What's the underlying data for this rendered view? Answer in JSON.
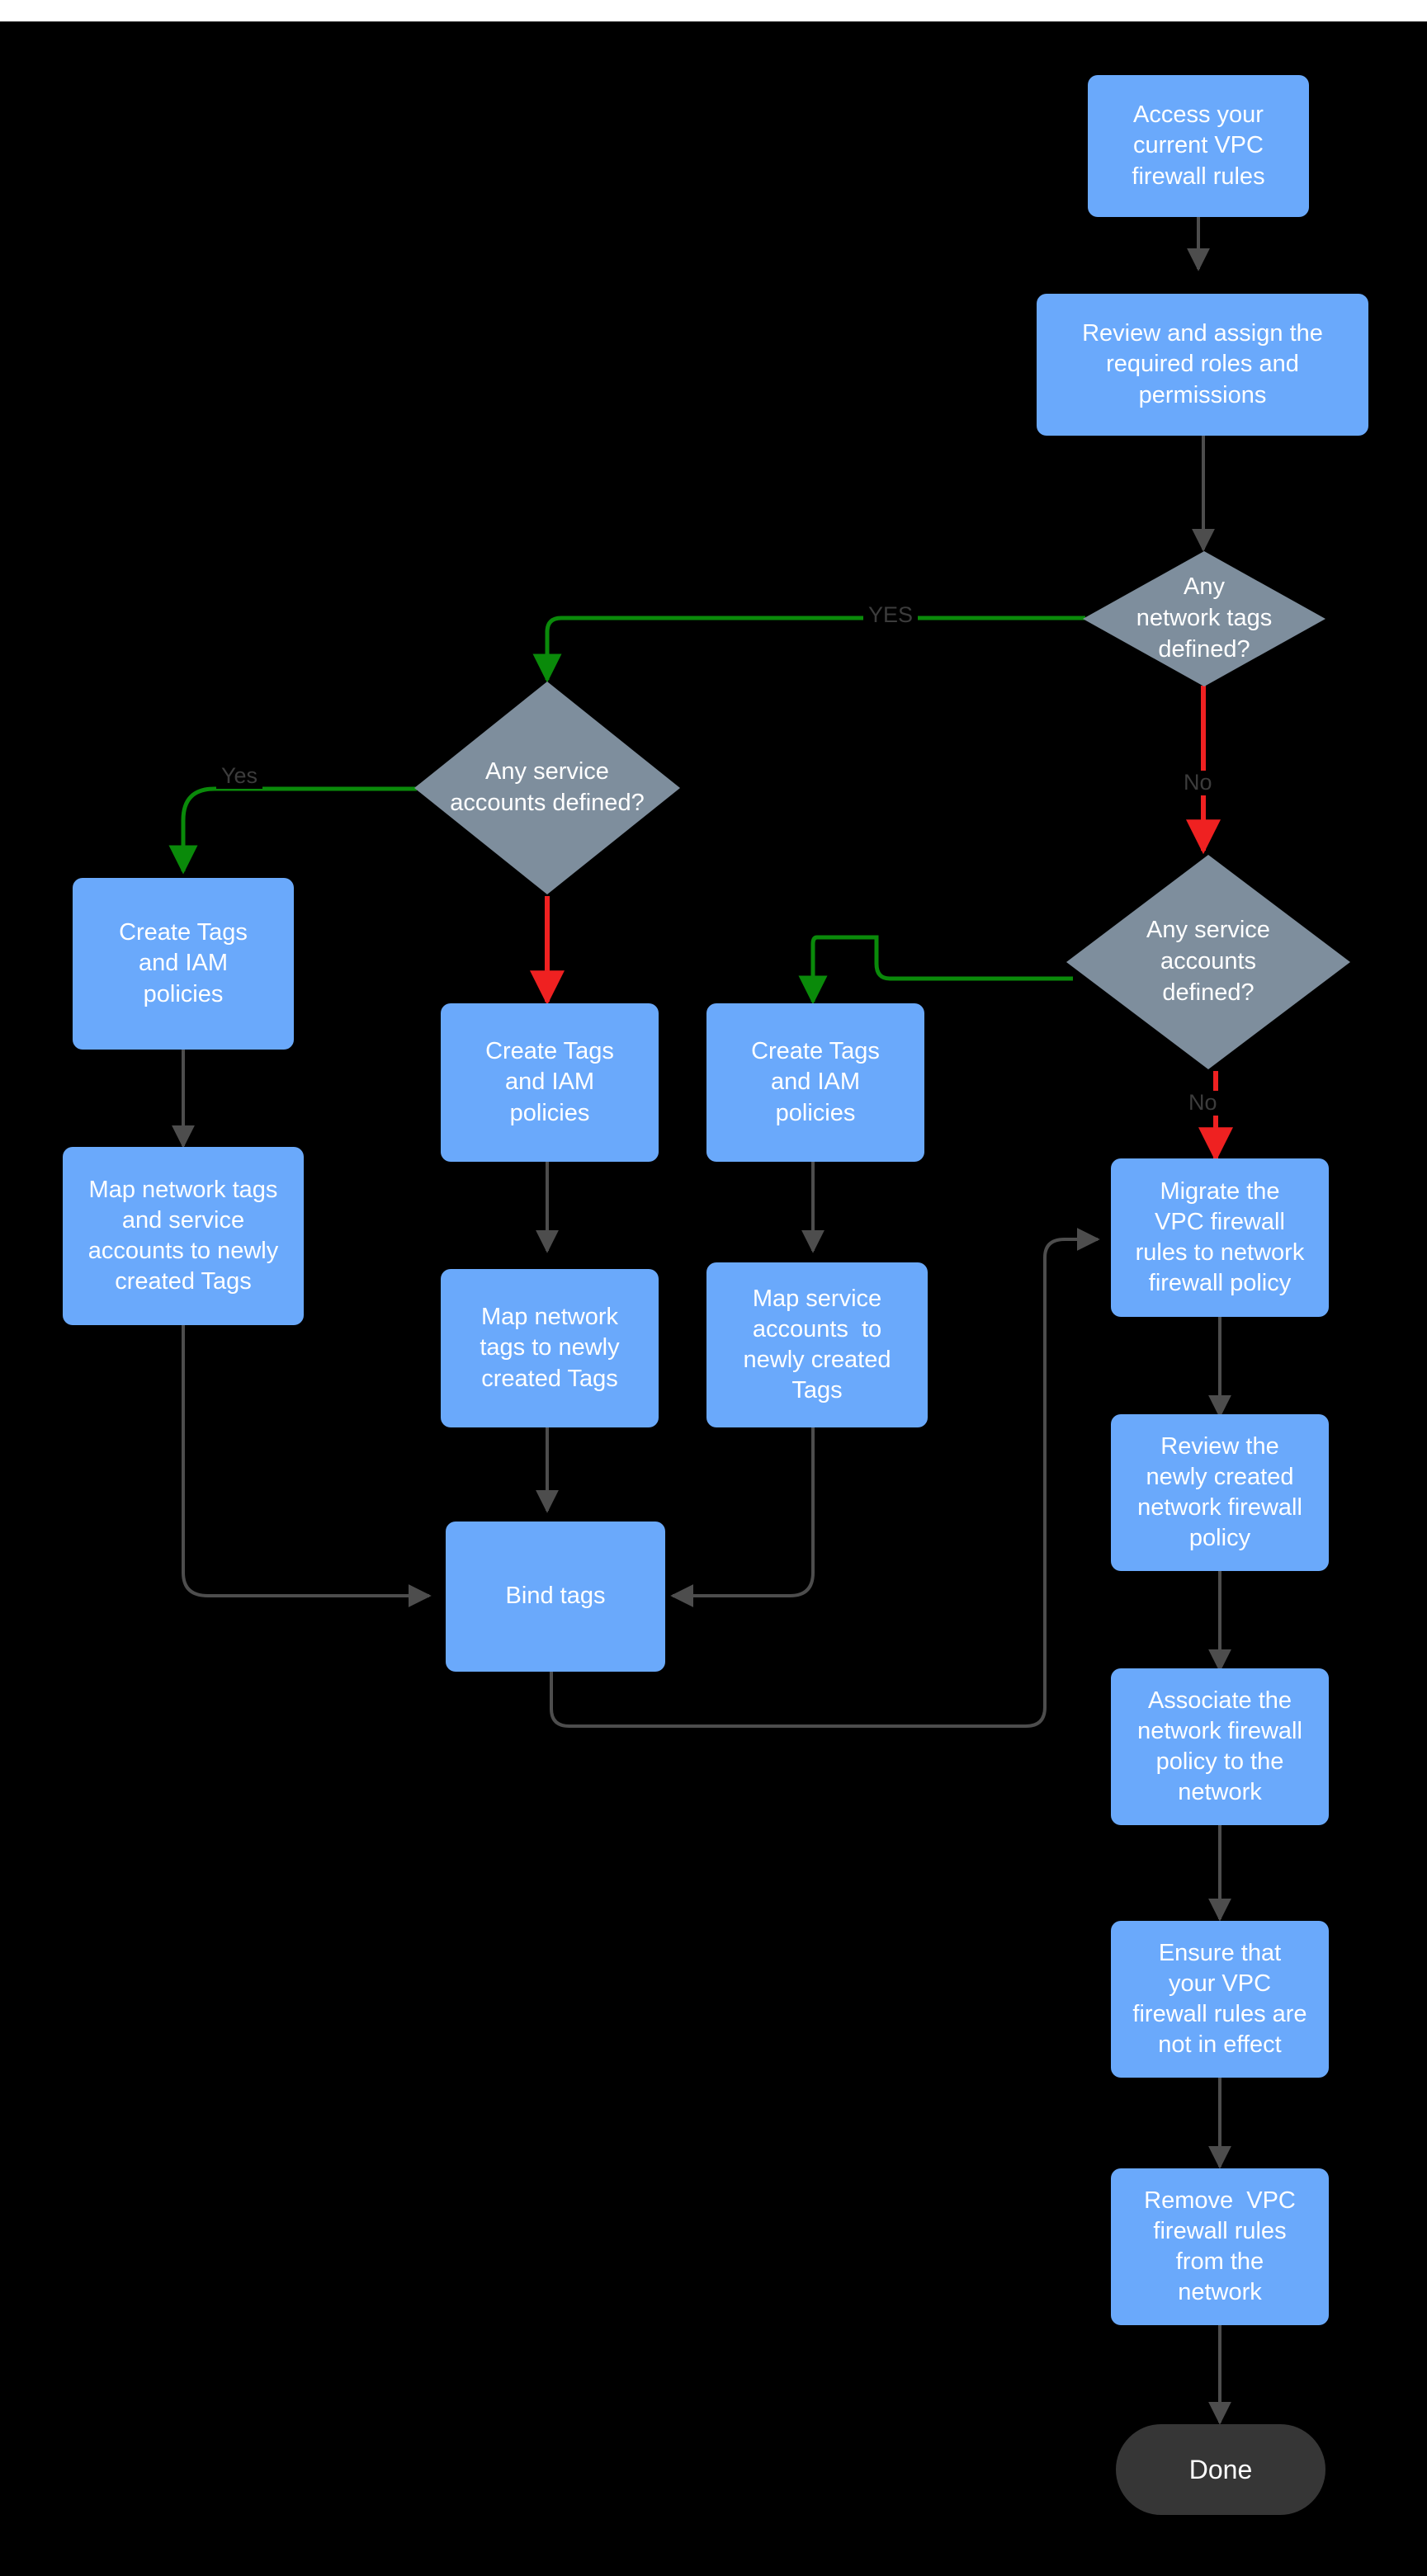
{
  "diagram": {
    "title": "VPC firewall rules to network firewall policy migration flow",
    "background": "#000000",
    "colors": {
      "process_fill": "#6aa9fb",
      "decision_fill": "#7e8e9d",
      "terminal_fill": "#363636",
      "node_text": "#ffffff",
      "edge_default": "#4d4d4d",
      "edge_yes": "#0a8a0a",
      "edge_no": "#ef2121",
      "edge_label_text": "#3c3c3c"
    },
    "nodes": [
      {
        "id": "n1",
        "type": "process",
        "text": "Access your\ncurrent VPC\nfirewall rules"
      },
      {
        "id": "n2",
        "type": "process",
        "text": "Review and assign the\nrequired roles and\npermissions"
      },
      {
        "id": "d1",
        "type": "decision",
        "text": "Any\nnetwork tags\ndefined?"
      },
      {
        "id": "d2",
        "type": "decision",
        "text": "Any service\naccounts defined?"
      },
      {
        "id": "d3",
        "type": "decision",
        "text": "Any service\naccounts\ndefined?"
      },
      {
        "id": "n3",
        "type": "process",
        "text": "Create Tags\nand IAM\npolicies"
      },
      {
        "id": "n4",
        "type": "process",
        "text": "Map network tags\nand service\naccounts to newly\ncreated Tags"
      },
      {
        "id": "n5",
        "type": "process",
        "text": "Create Tags\nand IAM\npolicies"
      },
      {
        "id": "n6",
        "type": "process",
        "text": "Map network\ntags to newly\ncreated Tags"
      },
      {
        "id": "n7",
        "type": "process",
        "text": "Create Tags\nand IAM\npolicies"
      },
      {
        "id": "n8",
        "type": "process",
        "text": "Map service\naccounts  to\nnewly created\nTags"
      },
      {
        "id": "n9",
        "type": "process",
        "text": "Bind tags"
      },
      {
        "id": "n10",
        "type": "process",
        "text": "Migrate the\nVPC firewall\nrules to network\nfirewall policy"
      },
      {
        "id": "n11",
        "type": "process",
        "text": "Review the\nnewly created\nnetwork firewall\npolicy"
      },
      {
        "id": "n12",
        "type": "process",
        "text": "Associate the\nnetwork firewall\npolicy to the\nnetwork"
      },
      {
        "id": "n13",
        "type": "process",
        "text": "Ensure that\nyour VPC\nfirewall rules are\nnot in effect"
      },
      {
        "id": "n14",
        "type": "process",
        "text": "Remove  VPC\nfirewall rules\nfrom the\nnetwork"
      },
      {
        "id": "n15",
        "type": "terminal",
        "text": "Done"
      }
    ],
    "edge_labels": [
      {
        "id": "lbl-yes-upper",
        "text": "YES"
      },
      {
        "id": "lbl-no-1",
        "text": "No"
      },
      {
        "id": "lbl-yes-left",
        "text": "Yes"
      },
      {
        "id": "lbl-no-2",
        "text": "No"
      }
    ],
    "edges": [
      {
        "from": "n1",
        "to": "n2",
        "label": "",
        "color": "#4d4d4d"
      },
      {
        "from": "n2",
        "to": "d1",
        "label": "",
        "color": "#4d4d4d"
      },
      {
        "from": "d1",
        "to": "d2",
        "label": "YES",
        "color": "#0a8a0a"
      },
      {
        "from": "d1",
        "to": "d3",
        "label": "No",
        "color": "#ef2121"
      },
      {
        "from": "d2",
        "to": "n3",
        "label": "Yes",
        "color": "#0a8a0a"
      },
      {
        "from": "d2",
        "to": "n5",
        "label": "",
        "color": "#ef2121"
      },
      {
        "from": "n3",
        "to": "n4",
        "label": "",
        "color": "#4d4d4d"
      },
      {
        "from": "n4",
        "to": "n9",
        "label": "",
        "color": "#4d4d4d"
      },
      {
        "from": "n5",
        "to": "n6",
        "label": "",
        "color": "#4d4d4d"
      },
      {
        "from": "n6",
        "to": "n9",
        "label": "",
        "color": "#4d4d4d"
      },
      {
        "from": "d3",
        "to": "n7",
        "label": "",
        "color": "#0a8a0a"
      },
      {
        "from": "d3",
        "to": "n10",
        "label": "No",
        "color": "#ef2121"
      },
      {
        "from": "n7",
        "to": "n8",
        "label": "",
        "color": "#4d4d4d"
      },
      {
        "from": "n8",
        "to": "n9",
        "label": "",
        "color": "#4d4d4d"
      },
      {
        "from": "n9",
        "to": "n10",
        "label": "",
        "color": "#4d4d4d"
      },
      {
        "from": "n10",
        "to": "n11",
        "label": "",
        "color": "#4d4d4d"
      },
      {
        "from": "n11",
        "to": "n12",
        "label": "",
        "color": "#4d4d4d"
      },
      {
        "from": "n12",
        "to": "n13",
        "label": "",
        "color": "#4d4d4d"
      },
      {
        "from": "n13",
        "to": "n14",
        "label": "",
        "color": "#4d4d4d"
      },
      {
        "from": "n14",
        "to": "n15",
        "label": "",
        "color": "#4d4d4d"
      }
    ]
  }
}
